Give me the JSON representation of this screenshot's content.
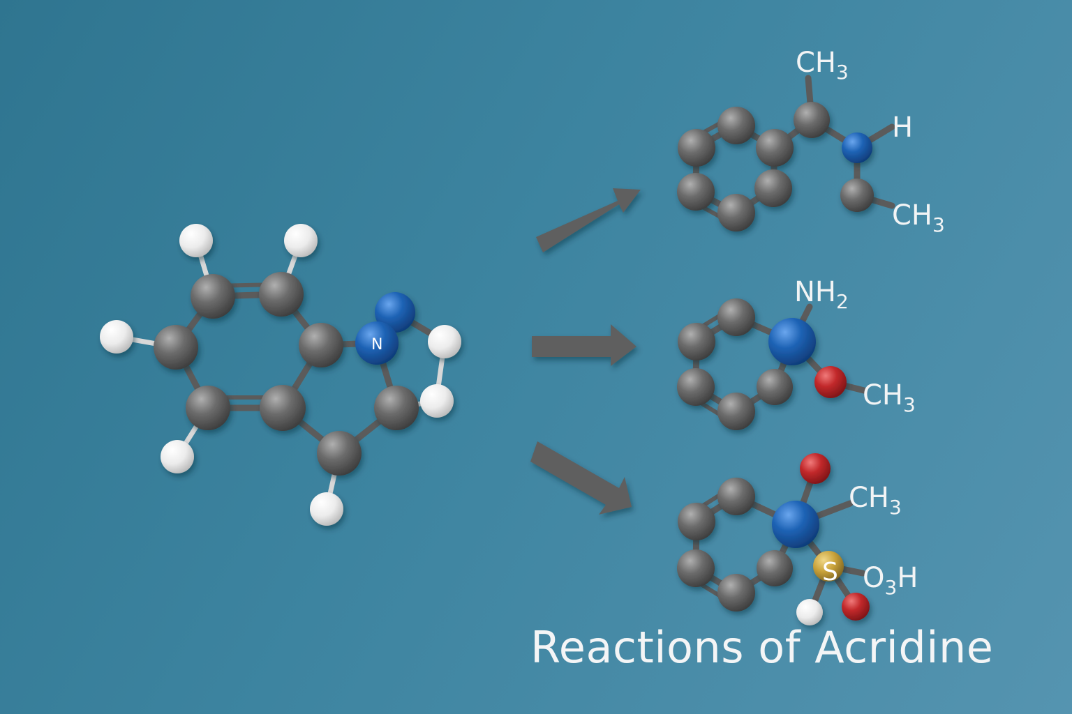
{
  "title": "Reactions of Acridine",
  "colors": {
    "background_start": "#2f7590",
    "background_end": "#5594b0",
    "carbon": "#6a6a6a",
    "nitrogen": "#1e63b5",
    "oxygen": "#c2292b",
    "hydrogen": "#efefef",
    "sulfur": "#c9a23a",
    "arrow": "#5f5f5f",
    "label": "#f2f4f5"
  },
  "reactant": {
    "atom_labels": [
      "N"
    ]
  },
  "arrows": [
    "arrow-up-right",
    "arrow-right",
    "arrow-down-right"
  ],
  "products": [
    {
      "groups": [
        {
          "main": "CH",
          "sub": "3"
        },
        {
          "main": "H",
          "sub": ""
        },
        {
          "main": "CH",
          "sub": "3"
        }
      ]
    },
    {
      "groups": [
        {
          "main": "NH",
          "sub": "2"
        },
        {
          "main": "CH",
          "sub": "3"
        }
      ]
    },
    {
      "groups": [
        {
          "main": "CH",
          "sub": "3"
        },
        {
          "main": "O",
          "sub": "3",
          "tail": "H"
        }
      ],
      "atom_labels": [
        "S"
      ]
    }
  ]
}
